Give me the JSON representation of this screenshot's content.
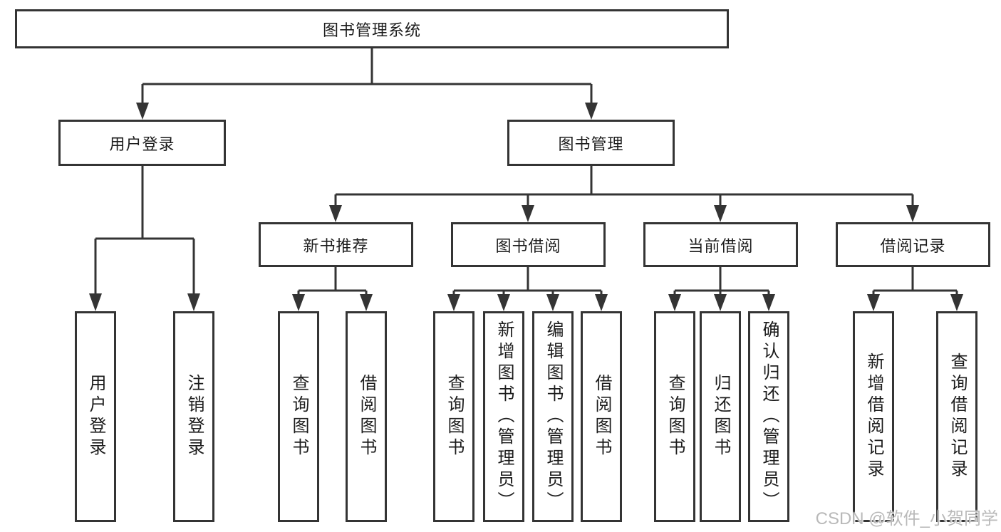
{
  "diagram": {
    "title": "图书管理系统",
    "nodes": {
      "root": "图书管理系统",
      "user_login": "用户登录",
      "book_mgmt": "图书管理",
      "new_book_rec": "新书推荐",
      "book_borrow": "图书借阅",
      "current_borrow": "当前借阅",
      "borrow_records": "借阅记录",
      "leaf_user_login": "用户登录",
      "leaf_logout": "注销登录",
      "leaf_rec_query": "查询图书",
      "leaf_rec_borrow": "借阅图书",
      "leaf_bb_query": "查询图书",
      "leaf_bb_add": "新增图书（管理员）",
      "leaf_bb_edit": "编辑图书（管理员）",
      "leaf_bb_borrow": "借阅图书",
      "leaf_cb_query": "查询图书",
      "leaf_cb_return": "归还图书",
      "leaf_cb_confirm": "确认归还（管理员）",
      "leaf_br_add": "新增借阅记录",
      "leaf_br_query": "查询借阅记录"
    },
    "line_color": "#343434",
    "text_color": "#1c1c1c"
  },
  "watermark": {
    "text": "CSDN @软件_小贺同学"
  }
}
